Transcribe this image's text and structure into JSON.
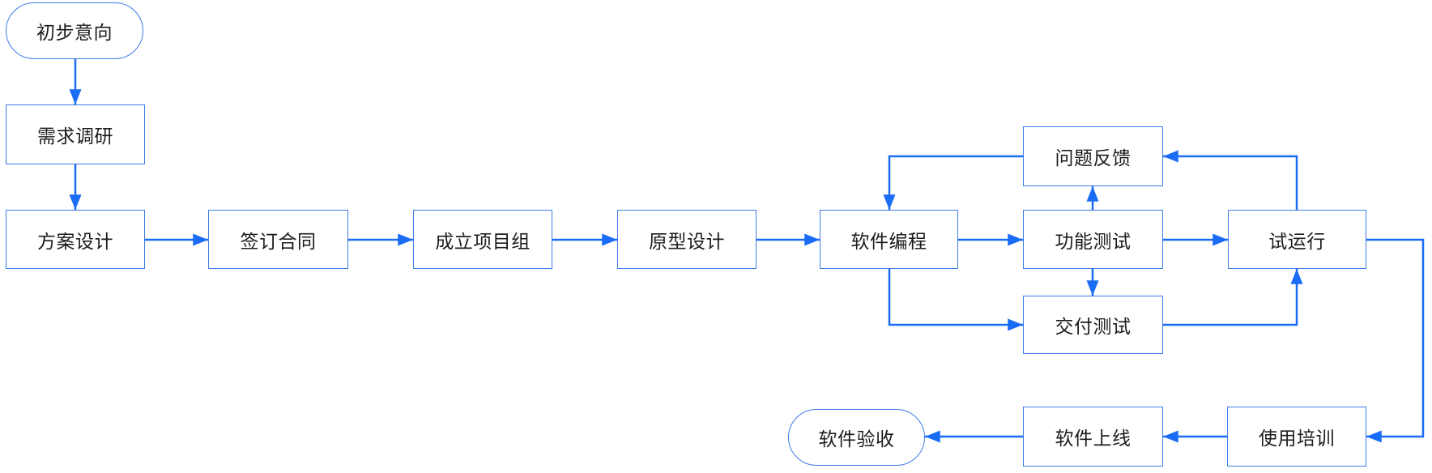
{
  "colors": {
    "line_blue": "#1a6cf5",
    "border_blue": "#3d7ce8",
    "text_dark": "#1b1c1e",
    "canvas_bg": "#ffffff"
  },
  "diagram": {
    "type": "flowchart",
    "nodes": {
      "initial_intent": {
        "label": "初步意向",
        "shape": "stadium"
      },
      "requirements_research": {
        "label": "需求调研",
        "shape": "rect"
      },
      "solution_design": {
        "label": "方案设计",
        "shape": "rect"
      },
      "contract_signing": {
        "label": "签订合同",
        "shape": "rect"
      },
      "project_team_setup": {
        "label": "成立项目组",
        "shape": "rect"
      },
      "prototype_design": {
        "label": "原型设计",
        "shape": "rect"
      },
      "software_programming": {
        "label": "软件编程",
        "shape": "rect"
      },
      "functional_testing": {
        "label": "功能测试",
        "shape": "rect"
      },
      "trial_run": {
        "label": "试运行",
        "shape": "rect"
      },
      "problem_feedback": {
        "label": "问题反馈",
        "shape": "rect"
      },
      "delivery_testing": {
        "label": "交付测试",
        "shape": "rect"
      },
      "software_acceptance": {
        "label": "软件验收",
        "shape": "stadium"
      },
      "software_launch": {
        "label": "软件上线",
        "shape": "rect"
      },
      "usage_training": {
        "label": "使用培训",
        "shape": "rect"
      }
    },
    "edges": [
      {
        "from": "initial_intent",
        "to": "requirements_research"
      },
      {
        "from": "requirements_research",
        "to": "solution_design"
      },
      {
        "from": "solution_design",
        "to": "contract_signing"
      },
      {
        "from": "contract_signing",
        "to": "project_team_setup"
      },
      {
        "from": "project_team_setup",
        "to": "prototype_design"
      },
      {
        "from": "prototype_design",
        "to": "software_programming"
      },
      {
        "from": "software_programming",
        "to": "functional_testing"
      },
      {
        "from": "functional_testing",
        "to": "trial_run"
      },
      {
        "from": "functional_testing",
        "to": "problem_feedback"
      },
      {
        "from": "problem_feedback",
        "to": "software_programming"
      },
      {
        "from": "trial_run",
        "to": "problem_feedback"
      },
      {
        "from": "software_programming",
        "to": "delivery_testing"
      },
      {
        "from": "functional_testing",
        "to": "delivery_testing"
      },
      {
        "from": "delivery_testing",
        "to": "trial_run"
      },
      {
        "from": "trial_run",
        "to": "usage_training"
      },
      {
        "from": "usage_training",
        "to": "software_launch"
      },
      {
        "from": "software_launch",
        "to": "software_acceptance"
      }
    ]
  }
}
